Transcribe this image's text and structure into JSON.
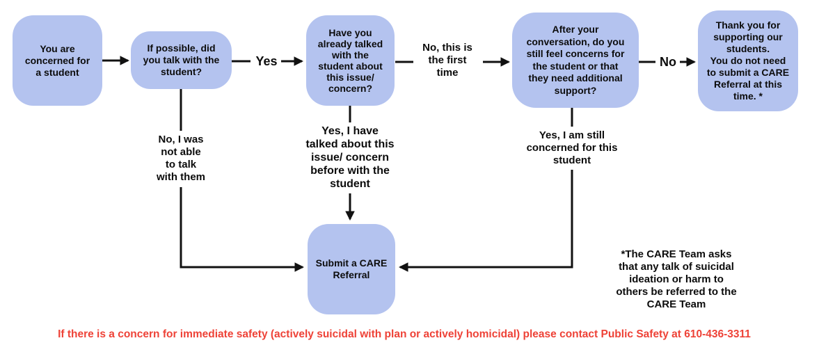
{
  "flowchart": {
    "nodes": [
      {
        "id": "start",
        "text": "You are\nconcerned for\na student"
      },
      {
        "id": "talk",
        "text": "If possible, did\nyou talk with the\nstudent?"
      },
      {
        "id": "already",
        "text": "Have you\nalready talked\nwith the\nstudent about\nthis issue/\nconcern?"
      },
      {
        "id": "after",
        "text": "After your\nconversation, do you\nstill feel concerns for\nthe student or that\nthey need additional\nsupport?"
      },
      {
        "id": "thanks",
        "text": "Thank you for\nsupporting our\nstudents.\nYou do not need\nto submit a CARE\nReferral at this\ntime. *"
      },
      {
        "id": "submit",
        "text": "Submit a CARE\nReferral"
      }
    ],
    "edge_labels": {
      "yes": "Yes",
      "no_first_time": "No, this is\nthe first\ntime",
      "no": "No",
      "no_not_able": "No, I was\nnot able\nto talk\nwith them",
      "yes_talked": "Yes, I have\ntalked about this\nissue/ concern\nbefore with the\nstudent",
      "yes_still": "Yes, I am still\nconcerned for this\nstudent"
    },
    "footnote": "*The CARE Team asks\nthat any talk of suicidal\nideation or harm to\nothers be referred to the\nCARE Team",
    "safety_notice": "If there is a concern for immediate safety (actively suicidal with plan or actively homicidal) please contact Public Safety at 610-436-3311",
    "colors": {
      "node_fill": "#b4c3ef",
      "line": "#111111",
      "notice": "#ee4237"
    }
  }
}
